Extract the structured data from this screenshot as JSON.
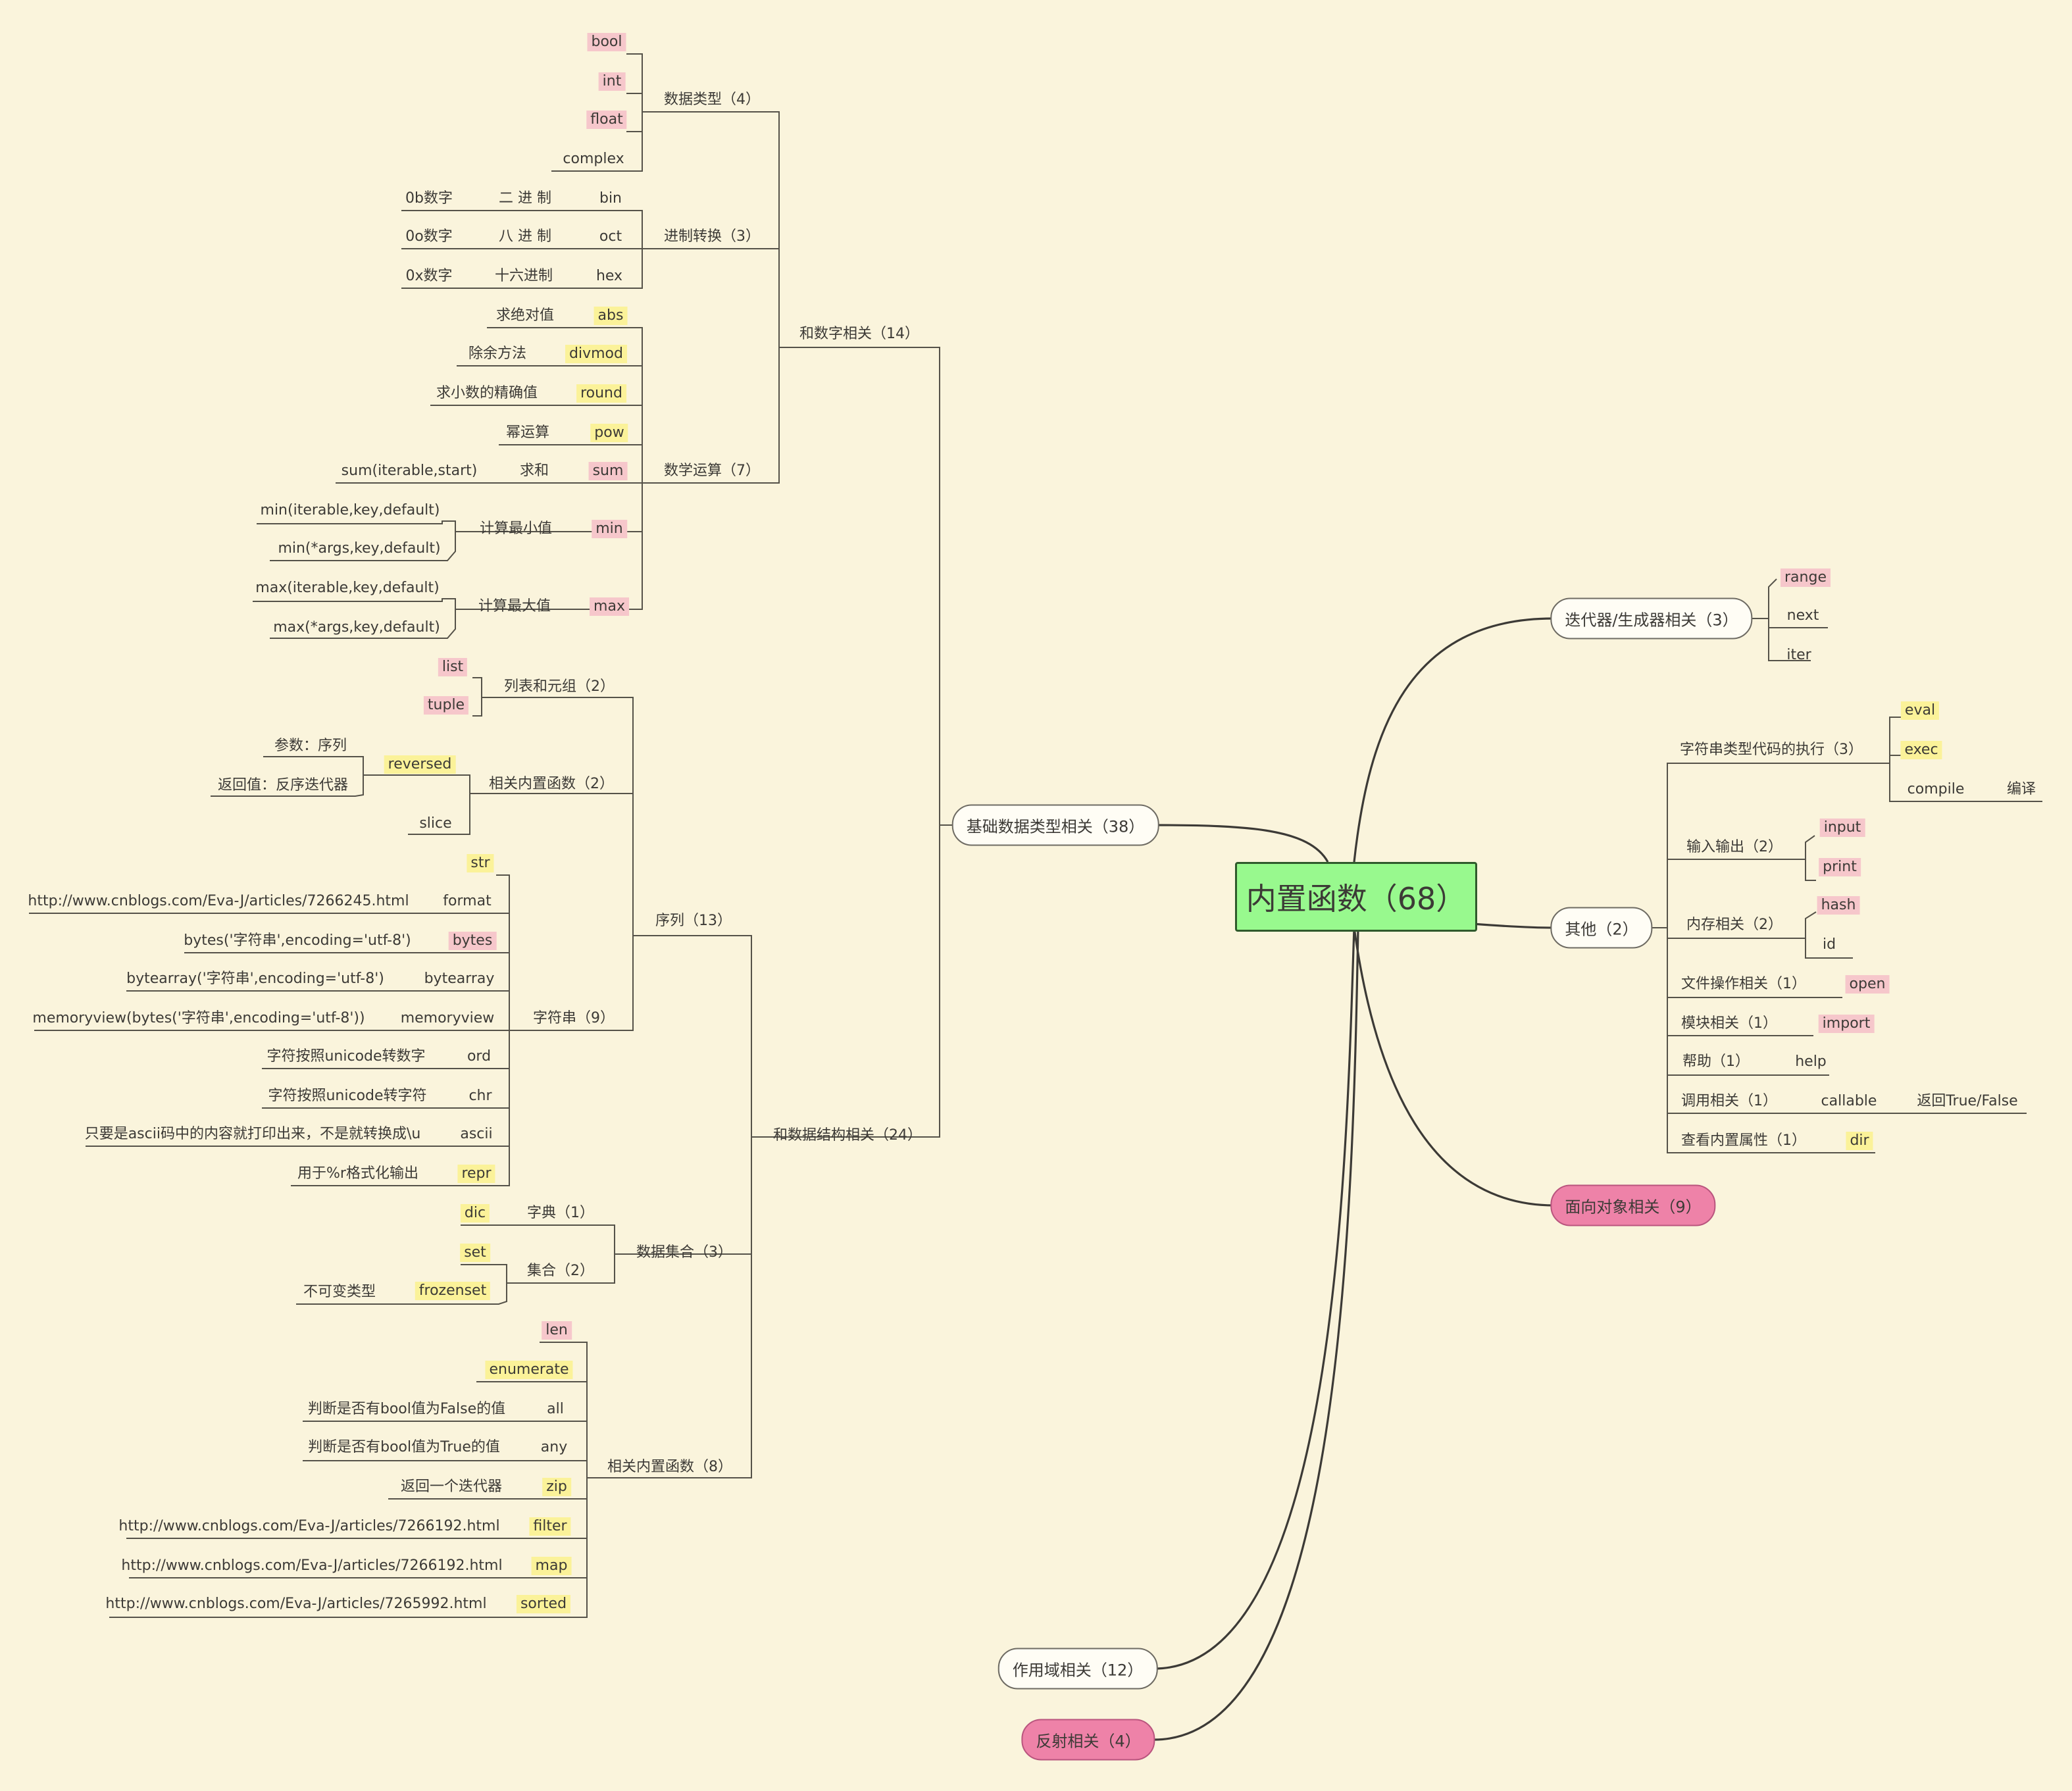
{
  "root": "内置函数（68）",
  "branches": {
    "basic": "基础数据类型相关（38）",
    "iter": "迭代器/生成器相关（3）",
    "other": "其他（2）",
    "oop": "面向对象相关（9）",
    "scope": "作用域相关（12）",
    "reflect": "反射相关（4）"
  },
  "num": {
    "label": "和数字相关（14）",
    "types": {
      "label": "数据类型（4）",
      "items": [
        "bool",
        "int",
        "float",
        "complex"
      ]
    },
    "base": {
      "label": "进制转换（3）",
      "items": [
        {
          "name": "bin",
          "desc": "二 进 制",
          "note": "0b数字"
        },
        {
          "name": "oct",
          "desc": "八 进 制",
          "note": "0o数字"
        },
        {
          "name": "hex",
          "desc": "十六进制",
          "note": "0x数字"
        }
      ]
    },
    "math": {
      "label": "数学运算（7）",
      "abs": "abs",
      "abs_desc": "求绝对值",
      "divmod": "divmod",
      "divmod_desc": "除余方法",
      "round": "round",
      "round_desc": "求小数的精确值",
      "pow": "pow",
      "pow_desc": "幂运算",
      "sum": "sum",
      "sum_desc": "求和",
      "sum_note": "sum(iterable,start)",
      "min": "min",
      "min_desc": "计算最小值",
      "min_note1": "min(iterable,key,default)",
      "min_note2": "min(*args,key,default)",
      "max": "max",
      "max_desc": "计算最大值",
      "max_note1": "max(iterable,key,default)",
      "max_note2": "max(*args,key,default)"
    }
  },
  "ds": {
    "label": "和数据结构相关（24）",
    "seq": {
      "label": "序列（13）",
      "lt": {
        "label": "列表和元组（2）",
        "list": "list",
        "tuple": "tuple"
      },
      "rf": {
        "label": "相关内置函数（2）",
        "reversed": "reversed",
        "param": "参数：序列",
        "ret": "返回值：反序迭代器",
        "slice": "slice"
      },
      "str": {
        "label": "字符串（9）",
        "str": "str",
        "format": "format",
        "format_note": "http://www.cnblogs.com/Eva-J/articles/7266245.html",
        "bytes": "bytes",
        "bytes_note": "bytes('字符串',encoding='utf-8')",
        "bytearray": "bytearray",
        "bytearray_note": "bytearray('字符串',encoding='utf-8')",
        "memoryview": "memoryview",
        "memoryview_note": "memoryview(bytes('字符串',encoding='utf-8'))",
        "ord": "ord",
        "ord_note": "字符按照unicode转数字",
        "chr": "chr",
        "chr_note": "字符按照unicode转字符",
        "ascii": "ascii",
        "ascii_note": "只要是ascii码中的内容就打印出来，不是就转换成\\u",
        "repr": "repr",
        "repr_note": "用于%r格式化输出"
      }
    },
    "set": {
      "label": "数据集合（3）",
      "dict_label": "字典（1）",
      "dic": "dic",
      "set_label": "集合（2）",
      "set": "set",
      "frozenset": "frozenset",
      "frozenset_note": "不可变类型"
    },
    "funcs": {
      "label": "相关内置函数（8）",
      "len": "len",
      "enumerate": "enumerate",
      "all": "all",
      "all_note": "判断是否有bool值为False的值",
      "any": "any",
      "any_note": "判断是否有bool值为True的值",
      "zip": "zip",
      "zip_note": "返回一个迭代器",
      "filter": "filter",
      "filter_note": "http://www.cnblogs.com/Eva-J/articles/7266192.html",
      "map": "map",
      "map_note": "http://www.cnblogs.com/Eva-J/articles/7266192.html",
      "sorted": "sorted",
      "sorted_note": "http://www.cnblogs.com/Eva-J/articles/7265992.html"
    }
  },
  "iter_items": [
    "range",
    "next",
    "iter"
  ],
  "other": {
    "strexec": {
      "label": "字符串类型代码的执行（3）",
      "eval": "eval",
      "exec": "exec",
      "compile": "compile",
      "compile_note": "编译"
    },
    "io": {
      "label": "输入输出（2）",
      "input": "input",
      "print": "print"
    },
    "mem": {
      "label": "内存相关（2）",
      "hash": "hash",
      "id": "id"
    },
    "file": {
      "label": "文件操作相关（1）",
      "open": "open"
    },
    "module": {
      "label": "模块相关（1）",
      "import": "import"
    },
    "help": {
      "label": "帮助（1）",
      "help": "help"
    },
    "call": {
      "label": "调用相关（1）",
      "callable": "callable",
      "note": "返回True/False"
    },
    "dir": {
      "label": "查看内置属性（1）",
      "dir": "dir"
    }
  },
  "colors": {
    "background": "#faf4dc",
    "root": "#98f98e",
    "pink_tag": "#f6c7cb",
    "yellow_tag": "#fbf299",
    "pink_branch": "#ee82a8"
  }
}
